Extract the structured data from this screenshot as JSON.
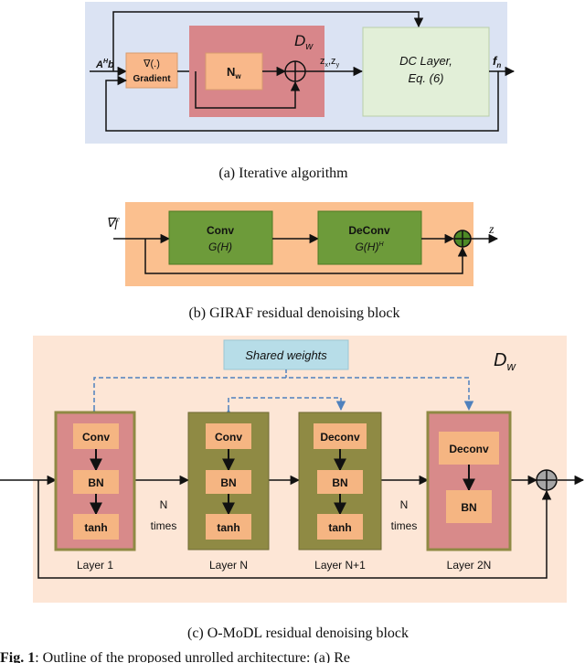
{
  "panel_a": {
    "input_label": "AHb",
    "input_base": "A",
    "input_sup": "H",
    "input_tail": "b",
    "gradient_line1": "∇(.)",
    "gradient_line2": "Gradient",
    "dw": "D",
    "dw_sub": "w",
    "nw": "N",
    "nw_sub": "w",
    "z_out": "z",
    "z_x": "x",
    "z_sep": ",z",
    "z_y": "y",
    "dc_line1": "DC Layer,",
    "dc_line2": "Eq. (6)",
    "f_out": "f",
    "f_sub": "n",
    "caption": "(a)  Iterative algorithm"
  },
  "panel_b": {
    "input": "∇f",
    "conv_line1": "Conv",
    "conv_line2": "G(H)",
    "deconv_line1": "DeConv",
    "deconv_line2": "G(H)",
    "deconv_sup": "H",
    "z_out": "z",
    "caption": "(b)  GIRAF residual denoising block"
  },
  "panel_c": {
    "shared_weights": "Shared weights",
    "dw": "D",
    "dw_sub": "w",
    "layer1": {
      "top": "Conv",
      "mid": "BN",
      "bot": "tanh",
      "label": "Layer 1"
    },
    "layerN": {
      "top": "Conv",
      "mid": "BN",
      "bot": "tanh",
      "label": "Layer N"
    },
    "layerN1": {
      "top": "Deconv",
      "mid": "BN",
      "bot": "tanh",
      "label": "Layer N+1"
    },
    "layer2N": {
      "top": "Deconv",
      "mid": "BN",
      "label": "Layer 2N"
    },
    "n_times_1": {
      "l1": "N",
      "l2": "times"
    },
    "n_times_2": {
      "l1": "N",
      "l2": "times"
    },
    "caption": "(c)  O-MoDL residual denoising block"
  },
  "figure_caption": {
    "prefix": "Fig. 1",
    "text": ": Outline of the proposed unrolled architecture: (a) Re"
  },
  "colors": {
    "panel_a_bg": "#dbe3f3",
    "orange_bg": "#fbc08f",
    "gradient_box": "#f9b88a",
    "dw_box": "#d8868a",
    "dc_box": "#e2efd8",
    "green_dark": "#6d9b3a",
    "olive": "#8f8a44",
    "layer_pink": "#d88a8a",
    "inner_orange": "#f5b582",
    "panel_c_bg": "#fde6d6",
    "shared_box": "#b7dde8",
    "dashed_arrow": "#4f81bd"
  }
}
